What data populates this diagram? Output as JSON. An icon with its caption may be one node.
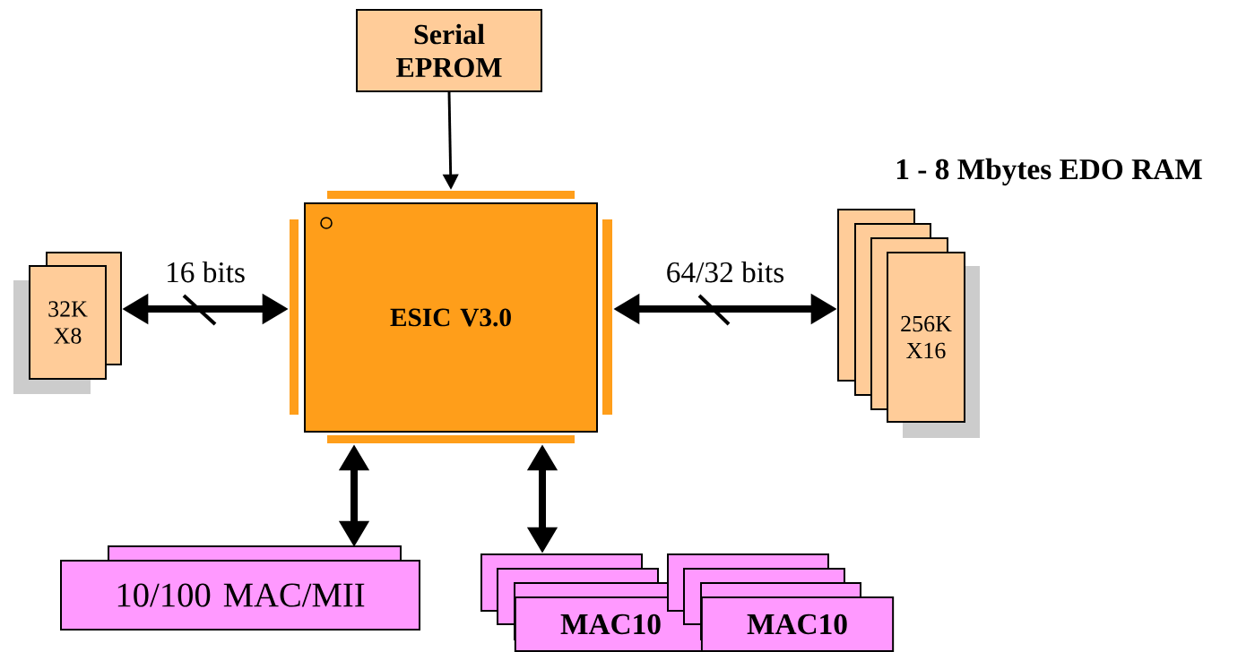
{
  "diagram": {
    "nodes": [
      {
        "text": [
          "Serial EPROM"
        ]
      },
      {
        "text": [
          "ESIC V3.0"
        ]
      },
      {
        "text": [
          "32K X8"
        ]
      },
      {
        "text": [
          "256K X16"
        ]
      },
      {
        "text": [
          "10/100 MAC/MII"
        ]
      },
      {
        "text": [
          "MAC10"
        ]
      },
      {
        "text": [
          "MAC10"
        ]
      }
    ],
    "edges": [
      {
        "from": 0,
        "to": 1,
        "arrow": "to"
      },
      {
        "from": 2,
        "to": 1,
        "arrow": "both",
        "label": "16 bits"
      },
      {
        "from": 1,
        "to": 3,
        "arrow": "both",
        "label": "64/32 bits"
      },
      {
        "from": 1,
        "to": 4,
        "arrow": "both"
      },
      {
        "from": 1,
        "to": 5,
        "arrow": "both"
      }
    ],
    "labels": [
      "1 - 8 Mbytes EDO RAM"
    ]
  }
}
